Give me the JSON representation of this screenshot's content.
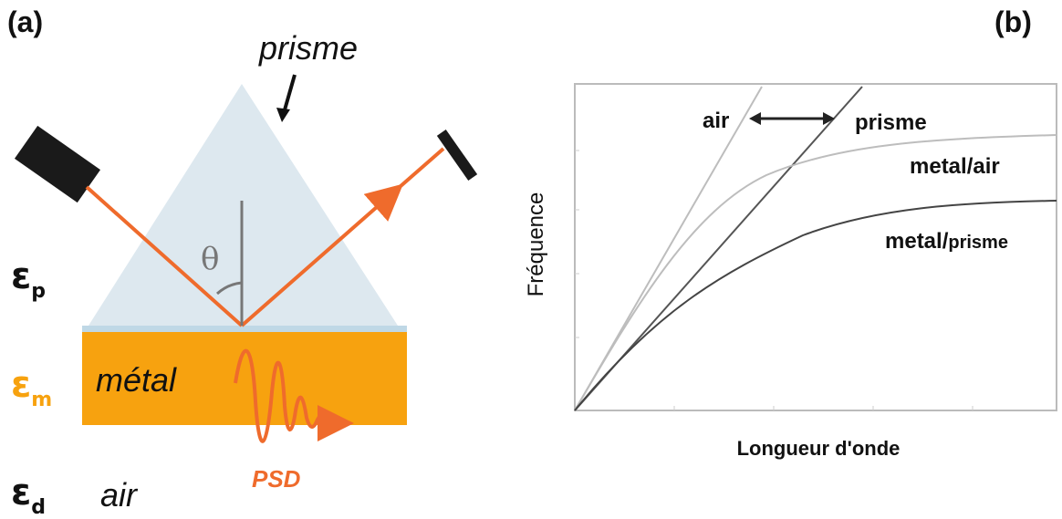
{
  "panel_a": {
    "label": "(a)",
    "prism_label": "prisme",
    "angle_symbol": "θ",
    "eps_p_base": "ε",
    "eps_p_sub": "p",
    "eps_m_base": "ε",
    "eps_m_sub": "m",
    "eps_d_base": "ε",
    "eps_d_sub": "d",
    "metal_label": "métal",
    "air_label": "air",
    "psd_label": "PSD",
    "colors": {
      "prism": "#dde8ef",
      "metal": "#f7a20f",
      "beam": "#ef6b2c",
      "eps_m": "#f7a20f",
      "psd": "#ef6b2c"
    }
  },
  "panel_b": {
    "label": "(b)",
    "xlabel": "Longueur d'onde",
    "ylabel": "Fréquence",
    "curves": {
      "air": "air",
      "prisme": "prisme",
      "metal_air": "metal/air",
      "metal_prisme_part1": "metal/",
      "metal_prisme_part2": "prisme"
    }
  }
}
